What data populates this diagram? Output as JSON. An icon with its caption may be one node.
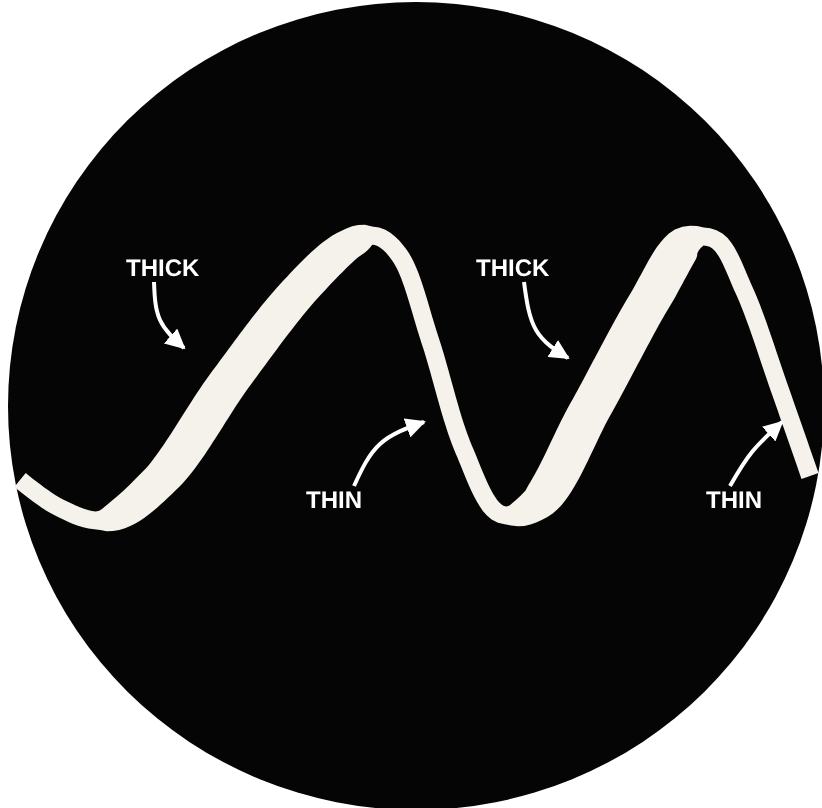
{
  "diagram": {
    "nodes": [
      {
        "text": [
          "THICK"
        ]
      },
      {
        "text": [
          "THICK"
        ]
      },
      {
        "text": [
          "THIN"
        ]
      },
      {
        "text": [
          "THIN"
        ]
      },
      {
        "text": [],
        "shape": "line"
      }
    ],
    "edges": [
      {
        "from": 0,
        "to": 4,
        "arrow": "to"
      },
      {
        "from": 1,
        "to": 4,
        "arrow": "to"
      },
      {
        "from": 2,
        "to": 4,
        "arrow": "to"
      },
      {
        "from": 3,
        "to": 4,
        "arrow": "to"
      }
    ]
  }
}
